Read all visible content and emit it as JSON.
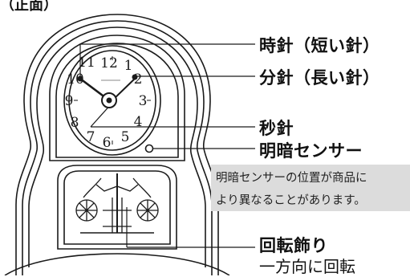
{
  "header": {
    "cut_text": "（正面）"
  },
  "labels": {
    "hour_hand": "時針（短い針）",
    "minute_hand": "分針（長い針）",
    "second_hand": "秒針",
    "light_sensor": "明暗センサー",
    "rotating_ornament": "回転飾り",
    "rotating_ornament_sub": "一方向に回転"
  },
  "note": {
    "line1": "明暗センサーの位置が商品に",
    "line2": "より異なることがあります。"
  },
  "dial": {
    "numerals": [
      "12",
      "1",
      "2",
      "3",
      "4",
      "5",
      "6",
      "7",
      "8",
      "9",
      "10",
      "11"
    ]
  },
  "colors": {
    "line": "#1a1a1a",
    "note_bg": "#dcdcdc"
  }
}
